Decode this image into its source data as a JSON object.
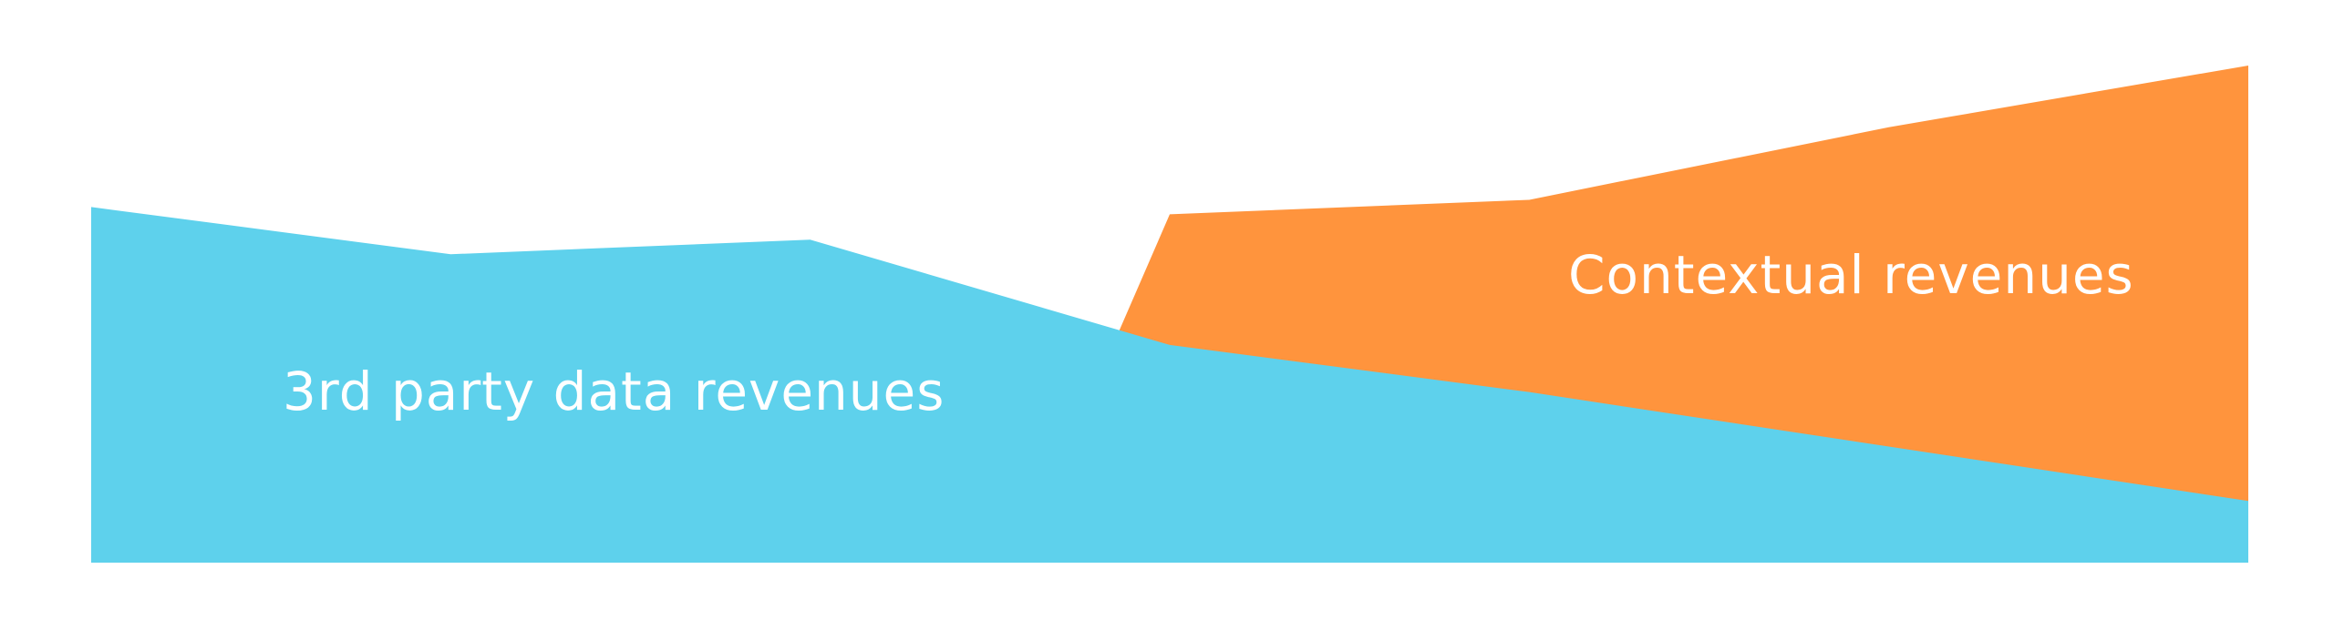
{
  "chart_data": {
    "type": "area",
    "x": [
      0,
      1,
      2,
      3,
      4,
      5,
      6
    ],
    "series": [
      {
        "name": "3rd party data revenues",
        "color": "#5ed1ec",
        "values": [
          98,
          85,
          89,
          60,
          47,
          32,
          17
        ]
      },
      {
        "name": "Contextual revenues",
        "color": "#ff943d",
        "values": [
          null,
          null,
          null,
          96,
          100,
          120,
          137
        ]
      }
    ],
    "ylim": [
      0,
      137
    ],
    "grid": false,
    "legend": "none"
  }
}
